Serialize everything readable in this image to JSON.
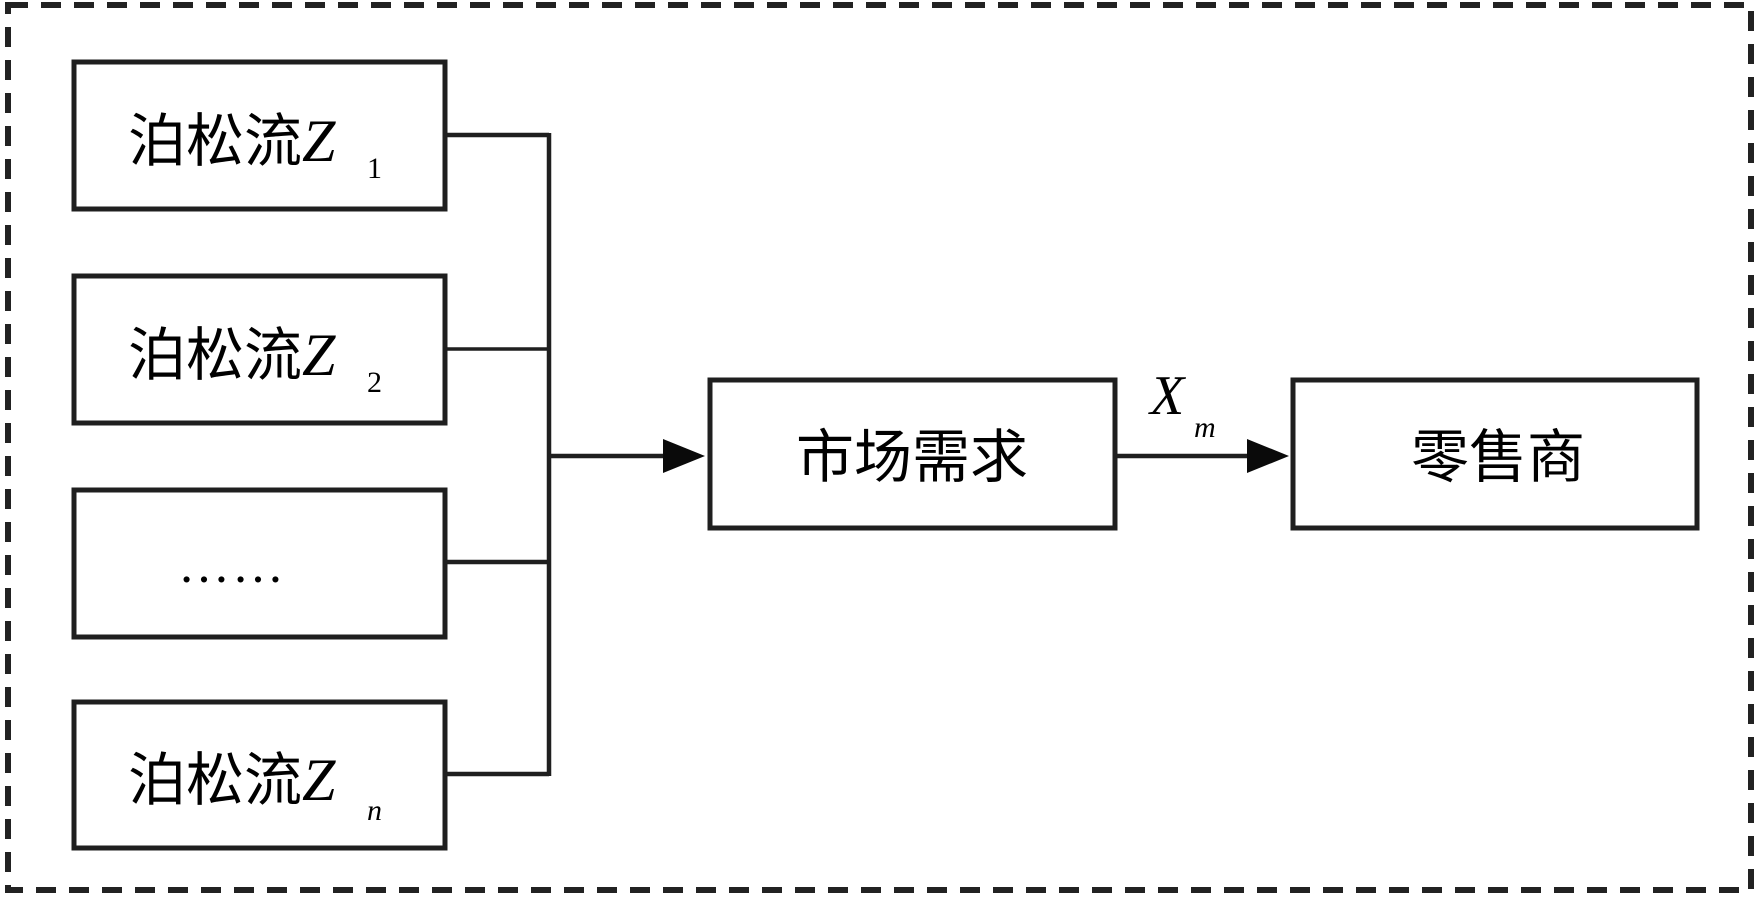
{
  "diagram": {
    "sources": [
      {
        "label": "泊松流",
        "var": "Z",
        "subscript": "1",
        "subscript_italic": false
      },
      {
        "label": "泊松流",
        "var": "Z",
        "subscript": "2",
        "subscript_italic": false
      },
      {
        "label": "……",
        "var": "",
        "subscript": "",
        "subscript_italic": false
      },
      {
        "label": "泊松流",
        "var": "Z",
        "subscript": "n",
        "subscript_italic": true
      }
    ],
    "market": {
      "label": "市场需求"
    },
    "retailer": {
      "label": "零售商"
    },
    "edge_label": {
      "var": "X",
      "subscript": "m"
    },
    "colors": {
      "stroke": "#1f1f1f",
      "background": "#ffffff",
      "text": "#000000"
    }
  }
}
